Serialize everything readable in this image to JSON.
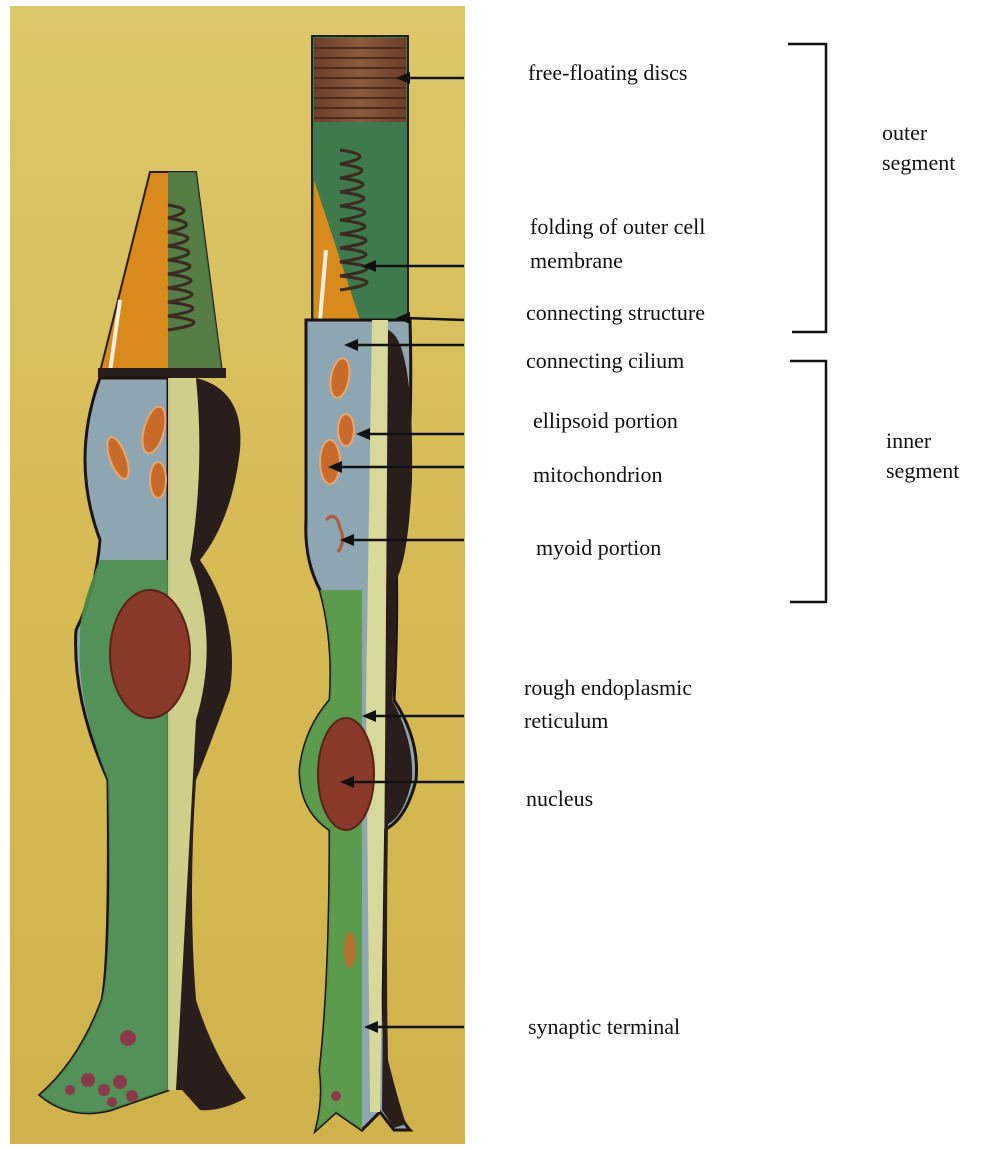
{
  "labels": {
    "free_floating_discs": "free-floating discs",
    "folding_line1": "folding of outer cell",
    "folding_line2": "membrane",
    "connecting_structure": "connecting structure",
    "connecting_cilium": "connecting cilium",
    "ellipsoid_portion": "ellipsoid portion",
    "mitochondrion": "mitochondrion",
    "myoid_portion": "myoid portion",
    "rer_line1": "rough endoplasmic",
    "rer_line2": "reticulum",
    "nucleus": "nucleus",
    "synaptic_terminal": "synaptic terminal"
  },
  "groups": {
    "outer_line1": "outer",
    "outer_line2": "segment",
    "inner_line1": "inner",
    "inner_line2": "segment"
  },
  "colors": {
    "background_panel": "#d9c15a",
    "cell_green": "#5f9a4a",
    "cell_dark": "#2a1e1c",
    "cell_pale": "#c9c98a",
    "cell_blue": "#8ea6b2",
    "nucleus_red": "#8a3a2a",
    "outer_orange": "#d88b1c",
    "disc_brown": "#7a4a32"
  }
}
